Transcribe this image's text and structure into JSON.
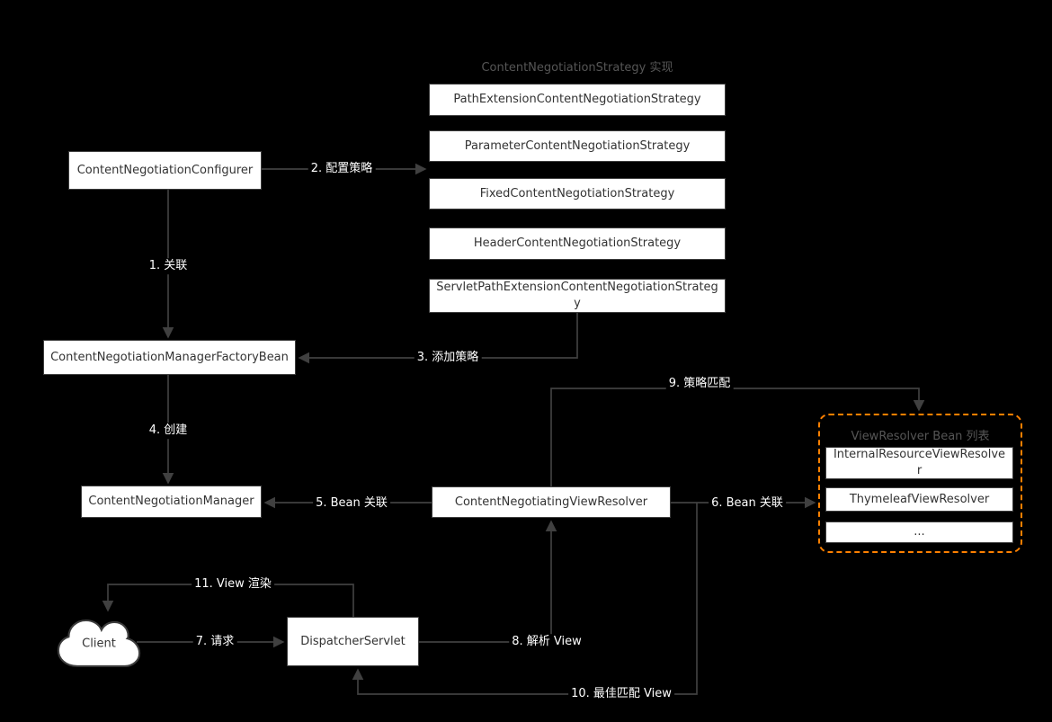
{
  "diagram": {
    "groups": {
      "strategy_title": "ContentNegotiationStrategy 实现",
      "viewresolver_list_title": "ViewResolver Bean 列表"
    },
    "nodes": {
      "configurer": "ContentNegotiationConfigurer",
      "strategies": [
        "PathExtensionContentNegotiationStrategy",
        "ParameterContentNegotiationStrategy",
        "FixedContentNegotiationStrategy",
        "HeaderContentNegotiationStrategy",
        "ServletPathExtensionContentNegotiationStrategy"
      ],
      "manager_factory_bean": "ContentNegotiationManagerFactoryBean",
      "manager": "ContentNegotiationManager",
      "negotiating_view_resolver": "ContentNegotiatingViewResolver",
      "dispatcher_servlet": "DispatcherServlet",
      "client": "Client",
      "view_resolvers": [
        "InternalResourceViewResolver",
        "ThymeleafViewResolver",
        "..."
      ]
    },
    "edges": {
      "e1": "1. 关联",
      "e2": "2. 配置策略",
      "e3": "3. 添加策略",
      "e4": "4. 创建",
      "e5": "5. Bean 关联",
      "e6": "6. Bean 关联",
      "e7": "7. 请求",
      "e8": "8. 解析 View",
      "e9": "9. 策略匹配",
      "e10": "10. 最佳匹配 View",
      "e11": "11. View 渲染"
    },
    "colors": {
      "background": "#000000",
      "node_bg": "#ffffff",
      "node_border": "#3d3d3d",
      "node_text": "#333333",
      "edge": "#404040",
      "edge_label_bg": "#000000",
      "edge_label_text": "#ffffff",
      "group_title_text": "#565656",
      "viewresolver_group_border": "#ff8000"
    }
  }
}
